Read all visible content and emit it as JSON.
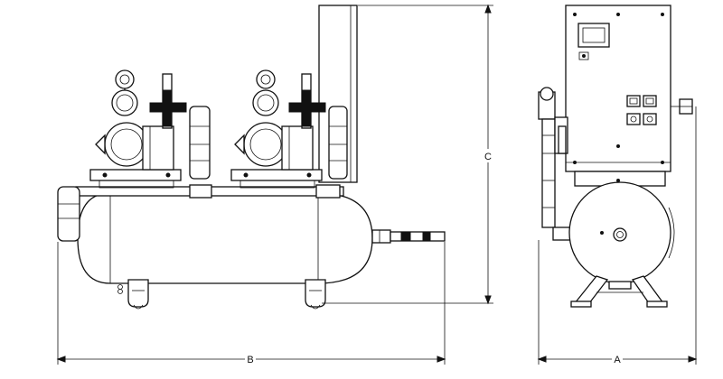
{
  "dimensions": {
    "a_label": "A",
    "b_label": "B",
    "c_label": "C"
  }
}
